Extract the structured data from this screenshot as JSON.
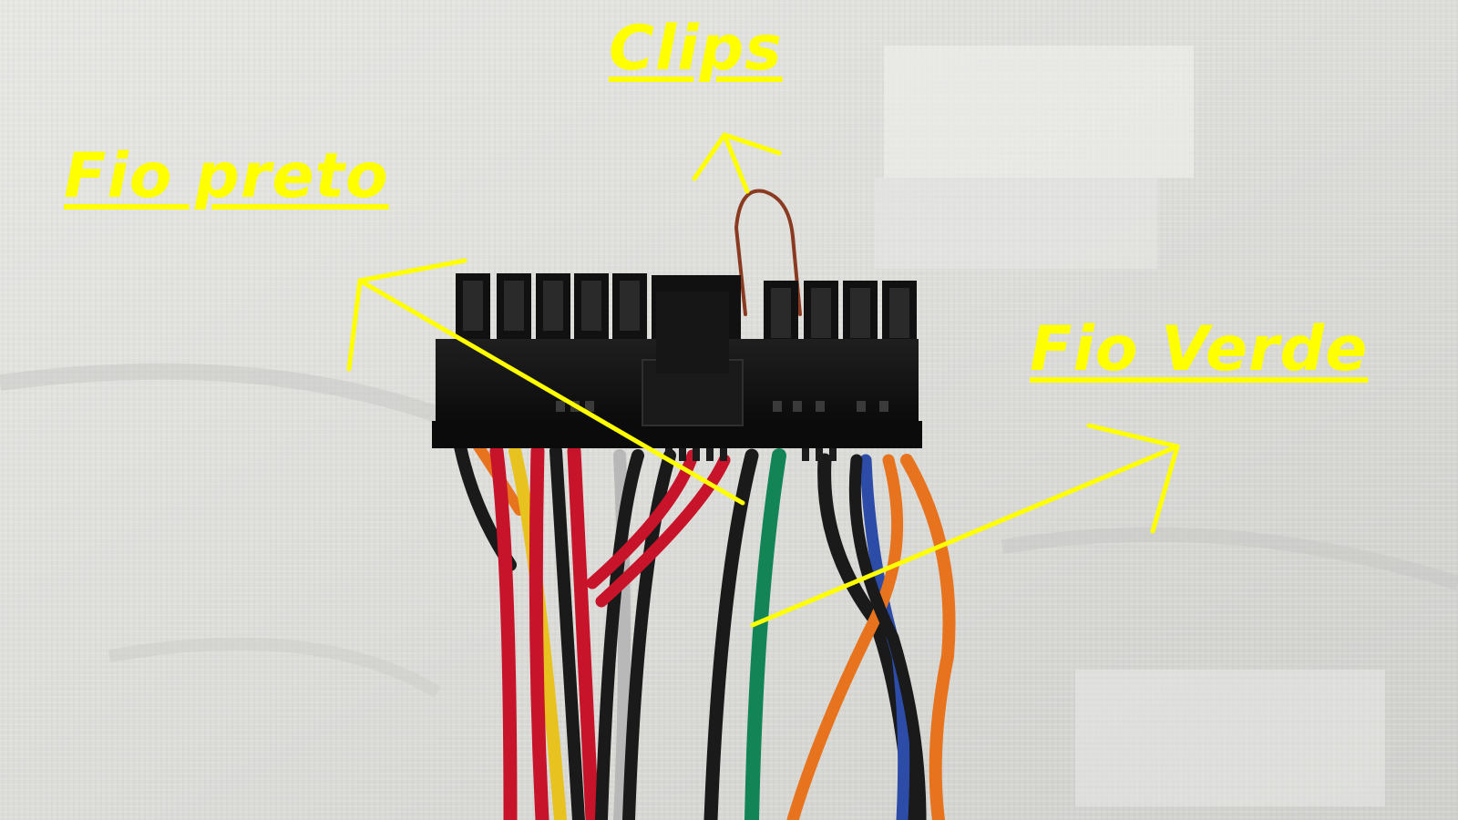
{
  "labels": {
    "clips": "Clips",
    "fio_preto": "Fio preto",
    "fio_verde": "Fio Verde"
  },
  "colors": {
    "annotation": "#ffff00",
    "background": "#e4e4e2",
    "connector": "#111111",
    "wire_black": "#1a1a1a",
    "wire_red": "#c8142a",
    "wire_yellow": "#e8c21e",
    "wire_orange": "#e8731e",
    "wire_green": "#128456",
    "wire_blue": "#2c4ca8",
    "wire_gray": "#b8b8b8",
    "paperclip": "#8a3a20"
  },
  "objects": [
    "fabric-background",
    "atx-connector",
    "paperclip-jumper",
    "wire-bundle"
  ]
}
